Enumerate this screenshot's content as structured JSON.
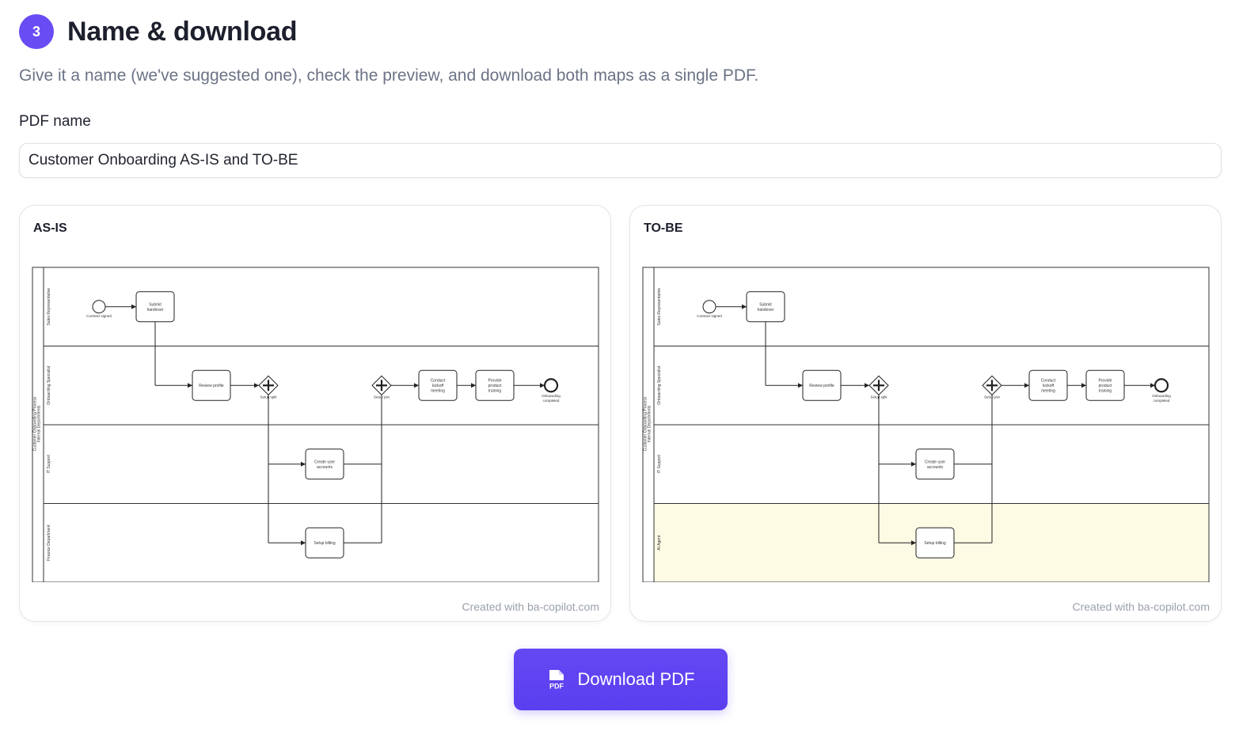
{
  "step": {
    "number": "3",
    "title": "Name & download"
  },
  "subtitle": "Give it a name (we've suggested one), check the preview, and download both maps as a single PDF.",
  "pdf_name": {
    "label": "PDF name",
    "value": "Customer Onboarding AS-IS and TO-BE"
  },
  "previews": [
    {
      "title": "AS-IS",
      "footer": "Created with ba-copilot.com",
      "pool_label": "Customer Onboarding Process",
      "pool_sublabel": "Internal Departments",
      "lanes": [
        "Sales Representative",
        "Onboarding Specialist",
        "IT Support",
        "Finance Department"
      ],
      "highlight_lane_index": -1,
      "elements": {
        "start": "Contract signed",
        "submit": "Submit handover",
        "review": "Review profile",
        "split": "Setup split",
        "join": "Setup join",
        "kickoff": "Conduct kickoff meeting",
        "training": "Provide product training",
        "end": "Onboarding completed",
        "accounts": "Create user accounts",
        "billing": "Setup billing"
      }
    },
    {
      "title": "TO-BE",
      "footer": "Created with ba-copilot.com",
      "pool_label": "Customer Onboarding Process",
      "pool_sublabel": "Internal Departments",
      "lanes": [
        "Sales Representative",
        "Onboarding Specialist",
        "IT Support",
        "AI Agent"
      ],
      "highlight_lane_index": 3,
      "highlight_color": "#fdfbe4",
      "elements": {
        "start": "Contract signed",
        "submit": "Submit handover",
        "review": "Review profile",
        "split": "Setup split",
        "join": "Setup join",
        "kickoff": "Conduct kickoff meeting",
        "training": "Provide product training",
        "end": "Onboarding completed",
        "accounts": "Create user accounts",
        "billing": "Setup billing"
      }
    }
  ],
  "download": {
    "label": "Download PDF",
    "icon": "pdf-file-icon"
  },
  "colors": {
    "accent": "#5a3ff0",
    "muted_text": "#6b7385"
  }
}
